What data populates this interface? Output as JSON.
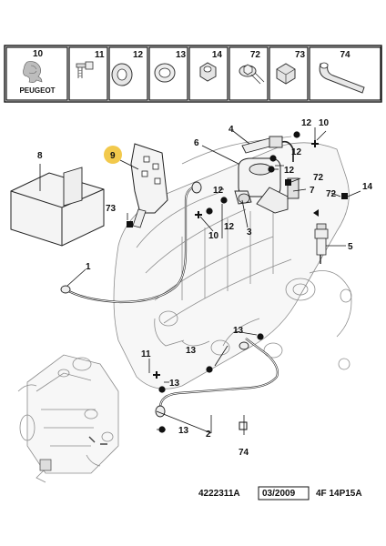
{
  "header": {
    "brand": "PEUGEOT",
    "brand_fill": "#ffffff",
    "top_left_number": "10",
    "cells": [
      "11",
      "12",
      "13",
      "14",
      "72",
      "73",
      "74"
    ]
  },
  "callouts": {
    "c1": "1",
    "c2": "2",
    "c3": "3",
    "c4": "4",
    "c5": "5",
    "c6": "6",
    "c7": "7",
    "c8": "8",
    "c9": "9",
    "c10a": "10",
    "c10b": "10",
    "c11": "11",
    "c12a": "12",
    "c12b": "12",
    "c12c": "12",
    "c12d": "12",
    "c12e": "12",
    "c13a": "13",
    "c13b": "13",
    "c13c": "13",
    "c13d": "13",
    "c14": "14",
    "c72a": "72",
    "c72b": "72",
    "c73": "73",
    "c74": "74"
  },
  "highlight_color": "#f2c94c",
  "footer": {
    "ref": "4222311A",
    "date": "03/2009",
    "code": "4F 14P15A"
  }
}
